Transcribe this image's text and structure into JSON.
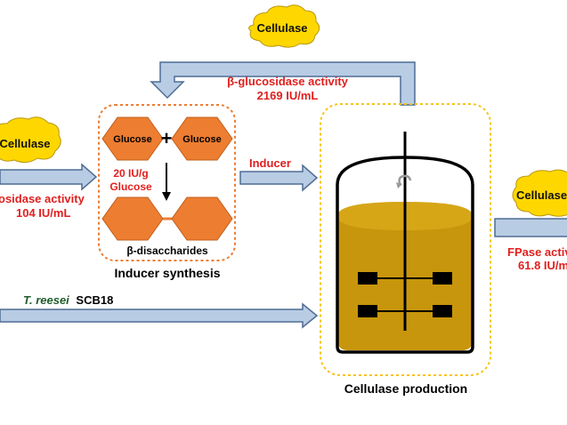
{
  "clouds": {
    "top": "Cellulase",
    "left": "Cellulase",
    "right": "Cellulase"
  },
  "arrows": {
    "feedback_label_line1": "β-glucosidase activity",
    "feedback_label_line2": "2169 IU/mL",
    "left_label_line1": "osidase activity",
    "left_label_line2": "104 IU/mL",
    "inducer_label": "Inducer",
    "right_label_line1": "FPase activ",
    "right_label_line2": "61.8 IU/m",
    "strain_italic": "T. reesei",
    "strain_code": "SCB18"
  },
  "inducer_box": {
    "glucose_left": "Glucose",
    "glucose_right": "Glucose",
    "plus": "+",
    "enzyme_line1": "20 IU/g",
    "enzyme_line2": "Glucose",
    "product": "β-disaccharides",
    "caption": "Inducer synthesis"
  },
  "reactor": {
    "caption": "Cellulase production"
  },
  "colors": {
    "arrow_fill": "#b8cce4",
    "arrow_stroke": "#4f6d94",
    "hexagon": "#ed7d31",
    "cloud": "#ffd700",
    "liquid": "#c8960c",
    "box_border": "#ed7d31",
    "reactor_border": "#f5c518",
    "label_red": "#e0201e"
  }
}
